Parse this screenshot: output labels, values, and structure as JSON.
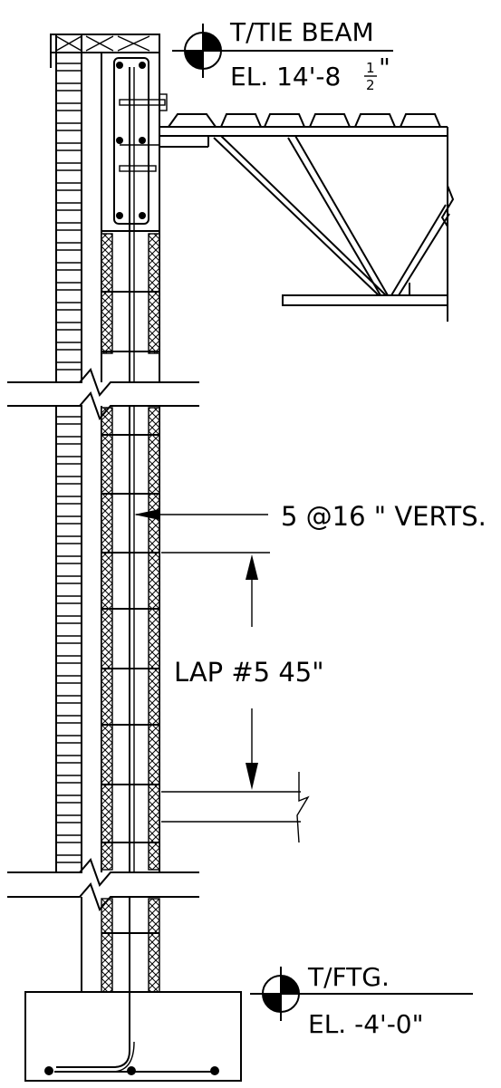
{
  "top_marker": {
    "label": "T/TIE BEAM",
    "elevation_prefix": "EL. 14'-8",
    "fraction_num": "1",
    "fraction_den": "2",
    "elevation_suffix": "\""
  },
  "rebar_callout": {
    "text": "5 @16 \" VERTS."
  },
  "lap_callout": {
    "text": "LAP #5 45\""
  },
  "bottom_marker": {
    "label": "T/FTG.",
    "elevation": "EL. -4'-0\""
  },
  "colors": {
    "line": "#000000",
    "background": "#ffffff"
  }
}
